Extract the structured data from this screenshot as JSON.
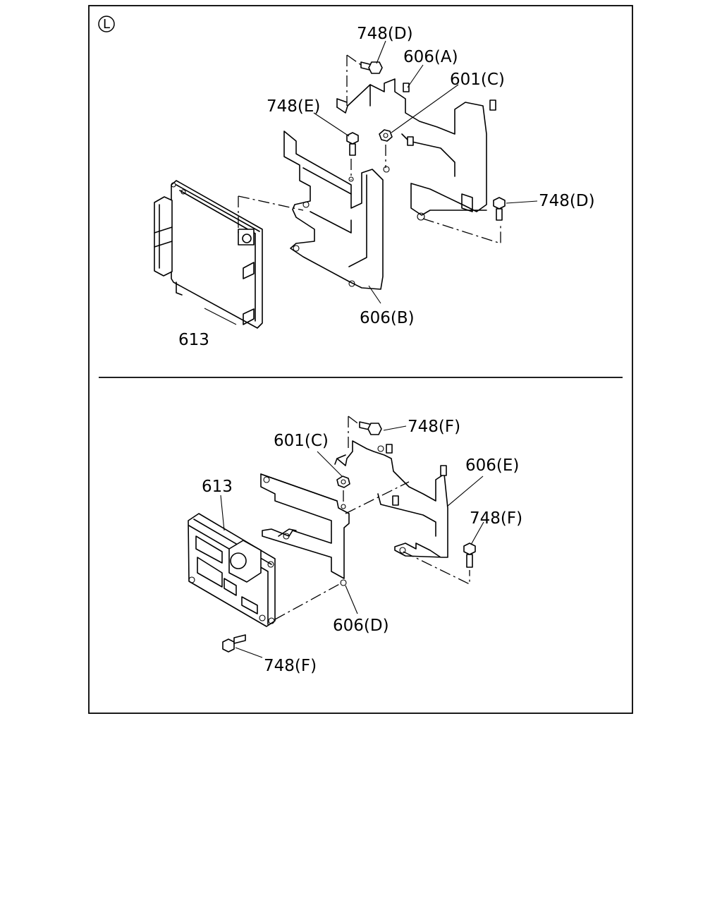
{
  "view_marker": "L",
  "upper_view": {
    "labels": {
      "bolt_748d_top": "748(D)",
      "bracket_606a": "606(A)",
      "nut_601c": "601(C)",
      "bolt_748e": "748(E)",
      "bolt_748d_right": "748(D)",
      "bracket_606b": "606(B)",
      "ecm_613": "613"
    }
  },
  "lower_view": {
    "labels": {
      "bolt_748f_top": "748(F)",
      "nut_601c": "601(C)",
      "bracket_606e": "606(E)",
      "ecm_613": "613",
      "bolt_748f_right": "748(F)",
      "bracket_606d": "606(D)",
      "bolt_748f_bottom": "748(F)"
    }
  }
}
